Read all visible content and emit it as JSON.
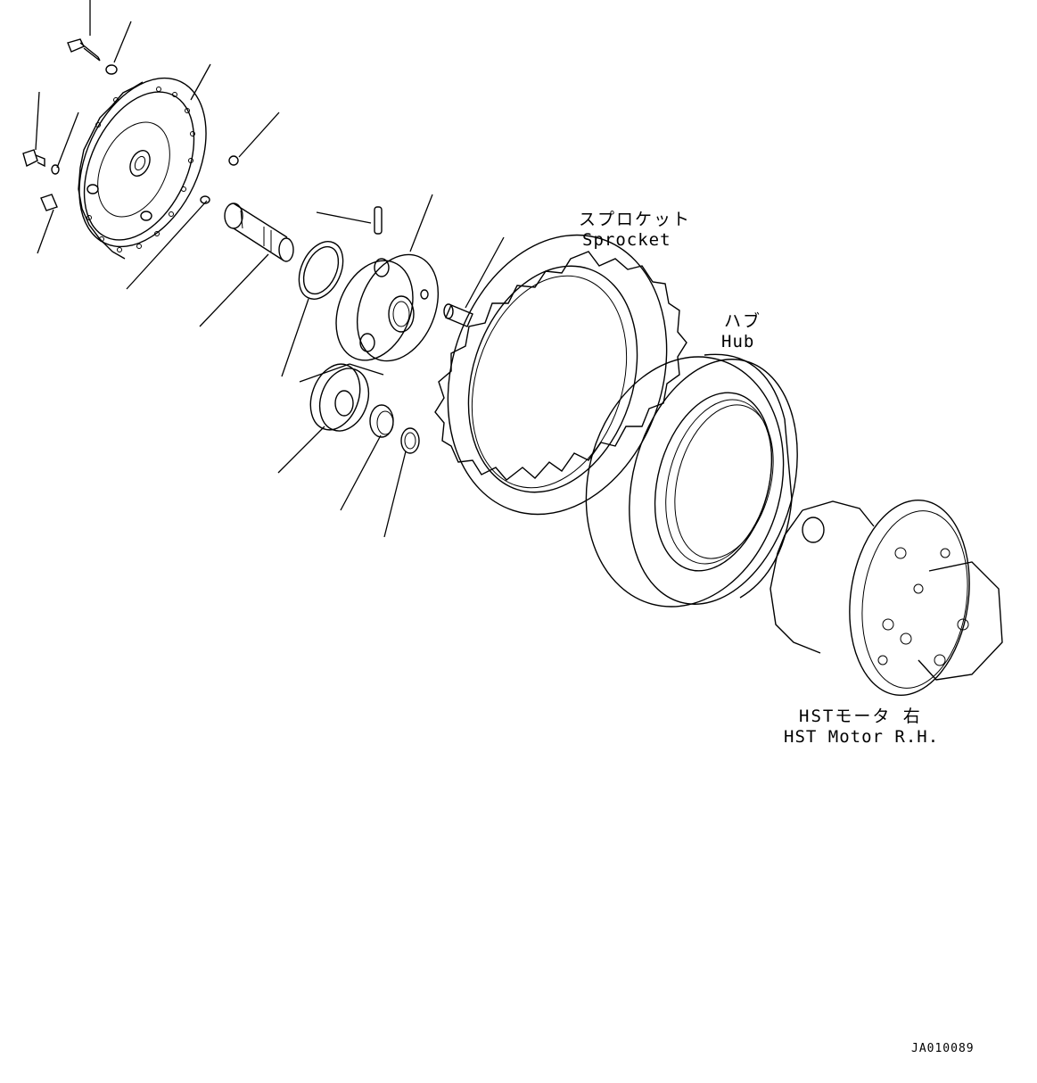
{
  "labels": {
    "sprocket_jp": "スプロケット",
    "sprocket_en": "Sprocket",
    "hub_jp": "ハブ",
    "hub_en": "Hub",
    "motor_jp": "HSTモータ 右",
    "motor_en": "HST Motor R.H."
  },
  "drawing_code": "JA010089"
}
